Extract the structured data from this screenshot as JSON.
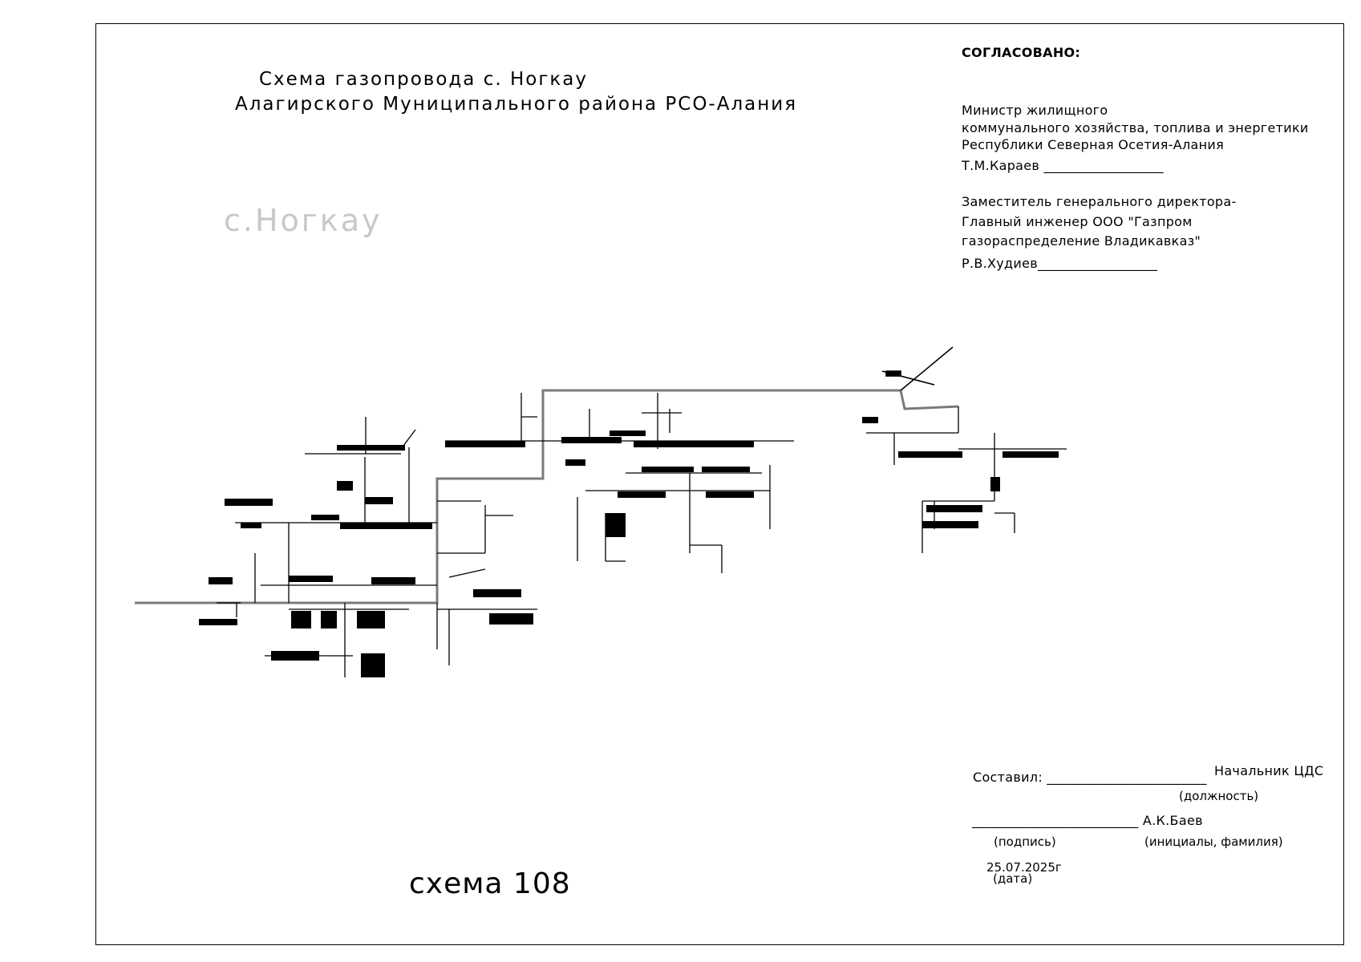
{
  "title": {
    "line1": "Схема газопровода с. Ногкау",
    "line2": "Алагирского  Муниципального района РСО-Алания"
  },
  "village_label": "с.Ногкау",
  "approval": {
    "heading": "СОГЛАСОВАНО:",
    "minister_line1": "Министр жилищного",
    "minister_line2": "коммунального  хозяйства, топлива и энергетики",
    "minister_line3": "Республики Северная Осетия-Алания",
    "minister_sign": "Т.М.Караев __________________",
    "deputy_line1": "Заместитель генерального директора-",
    "deputy_line2": "Главный инженер  ООО \"Газпром",
    "deputy_line3": "газораспределение Владикавказ\"",
    "deputy_sign": "Р.В.Худиев__________________"
  },
  "compiled": {
    "label": "Составил: ________________________",
    "position": "Начальник ЦДС",
    "position_caption": "(должность)",
    "sign_line": "_________________________ А.К.Баев",
    "signature_caption": "(подпись)",
    "name_caption": "(инициалы, фамилия)",
    "date": "25.07.2025г",
    "date_caption": "(дата)"
  },
  "scheme_number": "схема 108"
}
